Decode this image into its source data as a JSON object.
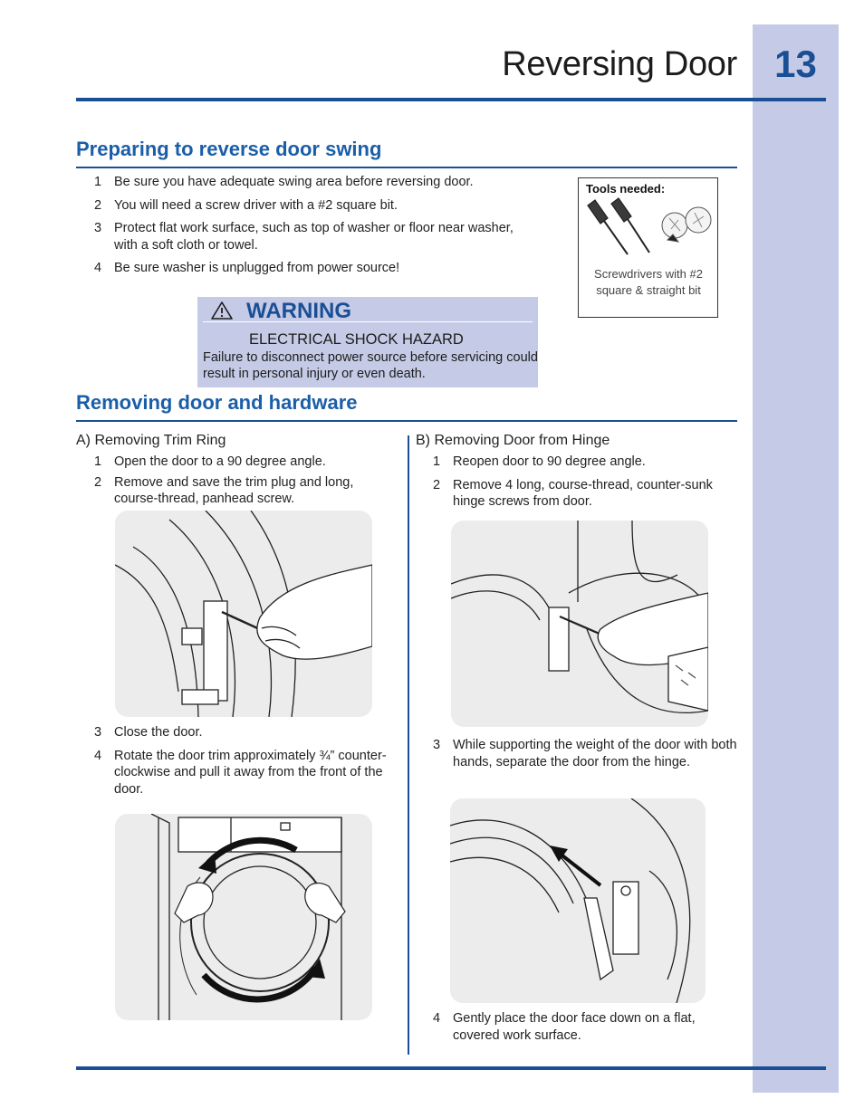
{
  "page": {
    "title": "Reversing Door",
    "number": "13"
  },
  "prep": {
    "heading": "Preparing to reverse door swing",
    "steps": [
      {
        "num": "1",
        "text": "Be sure you have adequate swing area before reversing door."
      },
      {
        "num": "2",
        "text": "You will need a screw driver with a #2 square bit."
      },
      {
        "num": "3",
        "text": "Protect flat work surface, such as top of washer or floor near washer, with a soft cloth or towel."
      },
      {
        "num": "4",
        "text": "Be sure washer is unplugged from power source!"
      }
    ]
  },
  "tools": {
    "title": "Tools needed:",
    "caption": "Screwdrivers with #2 square & straight bit"
  },
  "warning": {
    "title": "WARNING",
    "hazard": "ELECTRICAL SHOCK HAZARD",
    "text": "Failure to disconnect power source before servicing could result in personal injury or even death."
  },
  "removing": {
    "heading": "Removing door and hardware",
    "trim": {
      "heading": "A) Removing Trim Ring",
      "steps": [
        {
          "num": "1",
          "text": "Open the door to a 90 degree angle."
        },
        {
          "num": "2",
          "text": "Remove and save the trim plug and long, course-thread, panhead screw."
        },
        {
          "num": "3",
          "text": "Close the door."
        },
        {
          "num": "4",
          "text": "Rotate the door trim approximately ¾” counter-clockwise and pull it away from the front of the door."
        }
      ]
    },
    "hinge": {
      "heading": "B) Removing Door from Hinge",
      "steps": [
        {
          "num": "1",
          "text": "Reopen door to 90 degree angle."
        },
        {
          "num": "2",
          "text": "Remove 4 long, course-thread, counter-sunk hinge screws from door."
        },
        {
          "num": "3",
          "text": "While supporting the weight of the door with both hands, separate the door from the hinge."
        },
        {
          "num": "4",
          "text": "Gently place the door face down on a flat, covered work surface."
        }
      ]
    }
  }
}
